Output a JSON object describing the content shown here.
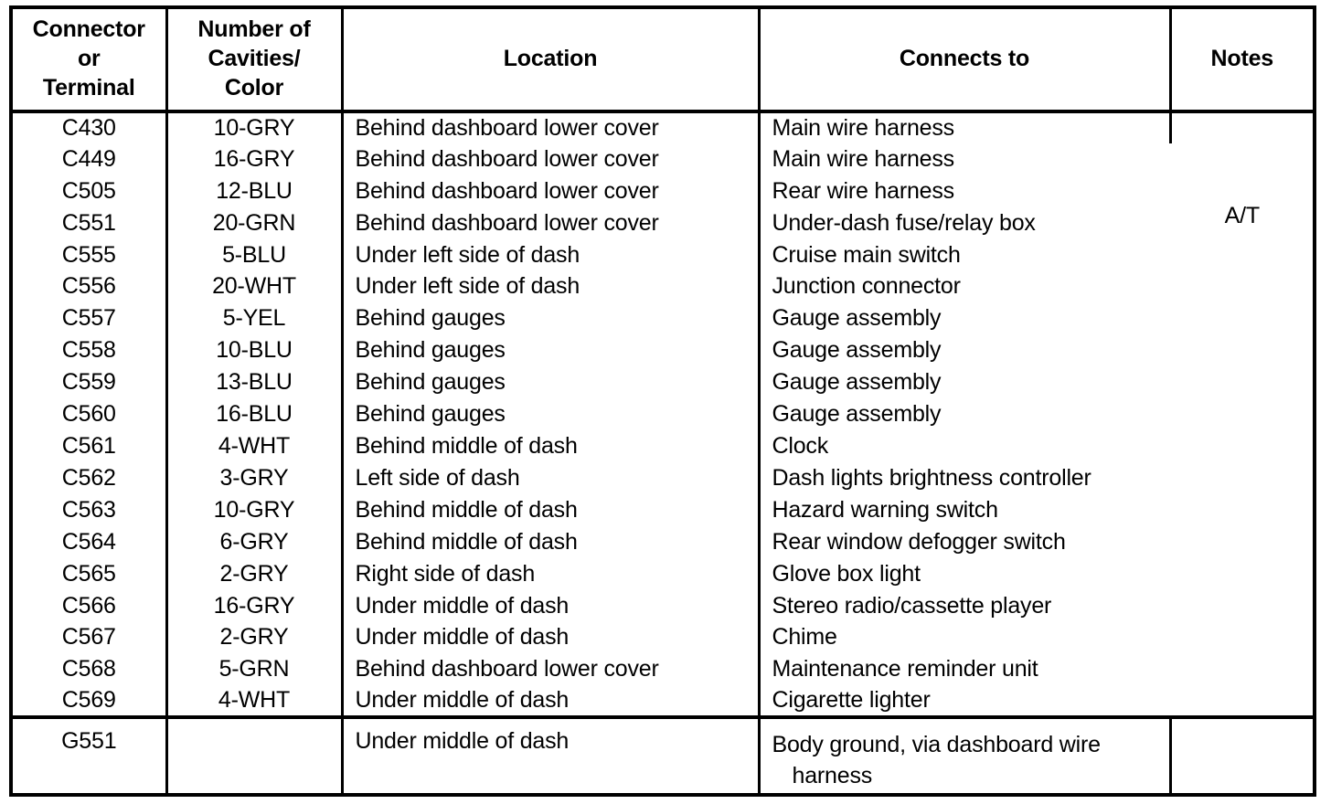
{
  "table": {
    "headers": [
      "Connector\nor\nTerminal",
      "Number of\nCavities/\nColor",
      "Location",
      "Connects to",
      "Notes"
    ],
    "header_lines": {
      "connector": [
        "Connector",
        "or",
        "Terminal"
      ],
      "cavities": [
        "Number of",
        "Cavities/",
        "Color"
      ],
      "location": "Location",
      "connects_to": "Connects to",
      "notes": "Notes"
    },
    "connector_rows": [
      {
        "connector": "C430",
        "cavities": "10-GRY",
        "location": "Behind dashboard lower cover",
        "connects_to": "Main wire harness"
      },
      {
        "connector": "C449",
        "cavities": "16-GRY",
        "location": "Behind dashboard lower cover",
        "connects_to": "Main wire harness"
      },
      {
        "connector": "C505",
        "cavities": "12-BLU",
        "location": "Behind dashboard lower cover",
        "connects_to": "Rear wire harness"
      },
      {
        "connector": "C551",
        "cavities": "20-GRN",
        "location": "Behind dashboard lower cover",
        "connects_to": "Under-dash fuse/relay box"
      },
      {
        "connector": "C555",
        "cavities": "5-BLU",
        "location": "Under left side of dash",
        "connects_to": "Cruise main switch"
      },
      {
        "connector": "C556",
        "cavities": "20-WHT",
        "location": "Under left side of dash",
        "connects_to": "Junction connector"
      },
      {
        "connector": "C557",
        "cavities": "5-YEL",
        "location": "Behind gauges",
        "connects_to": "Gauge assembly"
      },
      {
        "connector": "C558",
        "cavities": "10-BLU",
        "location": "Behind gauges",
        "connects_to": "Gauge assembly"
      },
      {
        "connector": "C559",
        "cavities": "13-BLU",
        "location": "Behind gauges",
        "connects_to": "Gauge assembly"
      },
      {
        "connector": "C560",
        "cavities": "16-BLU",
        "location": "Behind gauges",
        "connects_to": "Gauge assembly"
      },
      {
        "connector": "C561",
        "cavities": "4-WHT",
        "location": "Behind middle of dash",
        "connects_to": "Clock"
      },
      {
        "connector": "C562",
        "cavities": "3-GRY",
        "location": "Left side of dash",
        "connects_to": "Dash lights brightness controller"
      },
      {
        "connector": "C563",
        "cavities": "10-GRY",
        "location": "Behind middle of dash",
        "connects_to": "Hazard warning switch"
      },
      {
        "connector": "C564",
        "cavities": "6-GRY",
        "location": "Behind middle of dash",
        "connects_to": "Rear window defogger switch"
      },
      {
        "connector": "C565",
        "cavities": "2-GRY",
        "location": "Right side of dash",
        "connects_to": "Glove box light"
      },
      {
        "connector": "C566",
        "cavities": "16-GRY",
        "location": "Under middle of dash",
        "connects_to": "Stereo radio/cassette player"
      },
      {
        "connector": "C567",
        "cavities": "2-GRY",
        "location": "Under middle of dash",
        "connects_to": "Chime"
      },
      {
        "connector": "C568",
        "cavities": "5-GRN",
        "location": "Behind dashboard lower cover",
        "connects_to": "Maintenance reminder unit"
      },
      {
        "connector": "C569",
        "cavities": "4-WHT",
        "location": "Under middle of dash",
        "connects_to": "Cigarette lighter"
      }
    ],
    "connector_notes": "A/T",
    "ground_row": {
      "connector": "G551",
      "cavities": "",
      "location": "Under middle of dash",
      "connects_to_line1": "Body ground, via dashboard wire",
      "connects_to_line2": "harness",
      "notes": ""
    }
  },
  "colors": {
    "ink": "#000000",
    "paper": "#ffffff"
  }
}
